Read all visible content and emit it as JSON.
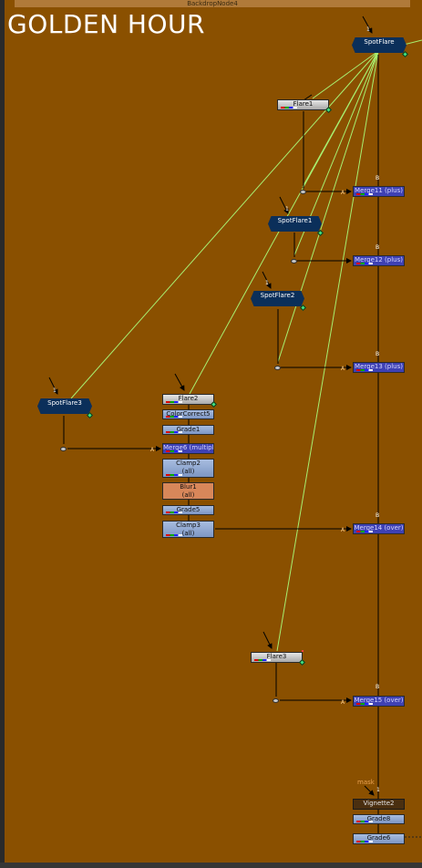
{
  "backdrop": {
    "name": "BackdropNode4",
    "label": "GOLDEN HOUR"
  },
  "nodes": {
    "spotflare": "SpotFlare",
    "flare1": "Flare1",
    "merge11": "Merge11 (plus)",
    "spotflare1": "SpotFlare1",
    "merge12": "Merge12 (plus)",
    "spotflare2": "SpotFlare2",
    "merge13": "Merge13 (plus)",
    "spotflare3": "SpotFlare3",
    "flare2": "Flare2",
    "colorcorrect5": "ColorCorrect5",
    "grade1": "Grade1",
    "merge6": "Merge6 (multipl",
    "clamp2": "Clamp2",
    "clamp2_sub": "(all)",
    "blur1": "Blur1",
    "blur1_sub": "(all)",
    "grade5": "Grade5",
    "clamp3": "Clamp3",
    "clamp3_sub": "(all)",
    "merge14": "Merge14 (over)",
    "flare3": "Flare3",
    "merge15": "Merge15 (over)",
    "vignette2": "Vignette2",
    "grade8": "Grade8",
    "grade6": "Grade6"
  },
  "labels": {
    "input_one": "1",
    "input_b": "B",
    "input_a": "A",
    "mask": "mask"
  },
  "colors": {
    "backdrop": "#8a5000",
    "wire_green": "#a8f070",
    "wire_black": "#000000",
    "merge_node": "#3e41b4",
    "spot_node": "#0b2f5a"
  }
}
